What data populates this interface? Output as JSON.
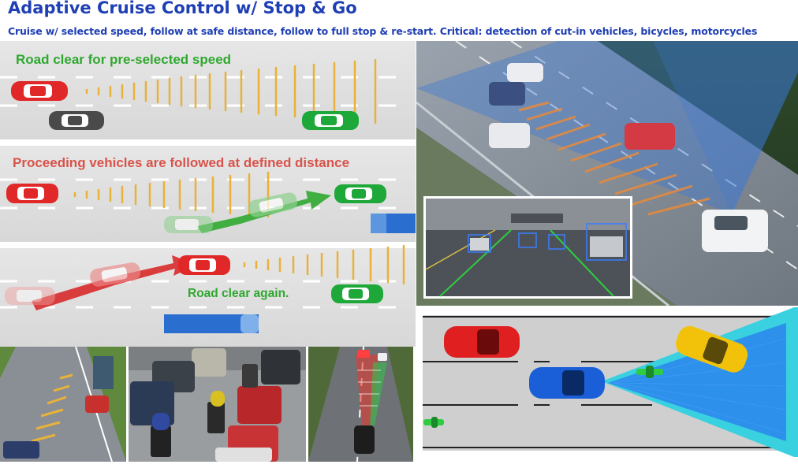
{
  "header": {
    "title": "Adaptive Cruise Control w/ Stop & Go",
    "subtitle": "Cruise w/ selected speed, follow at safe distance, follow to full stop & re-start. Critical: detection of cut-in vehicles, bicycles, motorcycles"
  },
  "scenarios": [
    {
      "label": "Road clear for pre-selected speed"
    },
    {
      "label": "Proceeding vehicles are followed at defined distance"
    },
    {
      "label": "Road clear again."
    }
  ],
  "colors": {
    "title": "#1f3fb4",
    "label_green": "#2fa82f",
    "label_red": "#d9534a",
    "ego_red": "#e02828",
    "lead_green": "#1fa83a",
    "radar_yellow": "#e8b23a",
    "truck_blue": "#2a6fd0",
    "sensor_cyan": "#39d0e0"
  }
}
